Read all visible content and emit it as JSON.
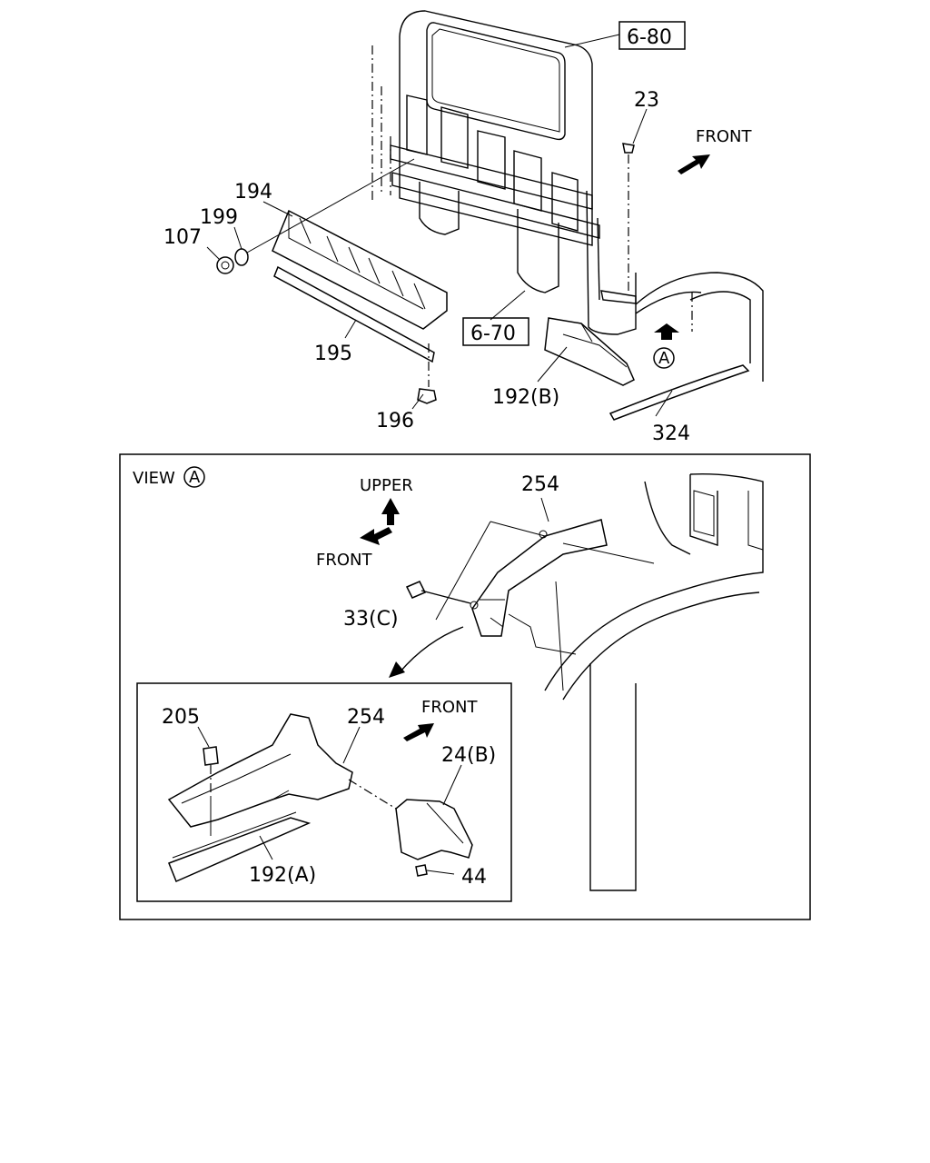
{
  "refs": {
    "r680": "6-80",
    "r670": "6-70"
  },
  "labels": {
    "p23": "23",
    "p194": "194",
    "p199": "199",
    "p107": "107",
    "p195": "195",
    "p196": "196",
    "p192b": "192(B)",
    "p324": "324",
    "circleA": "A",
    "p254a": "254",
    "p33c": "33(C)",
    "p205": "205",
    "p254b": "254",
    "p24b": "24(B)",
    "p192a": "192(A)",
    "p44": "44"
  },
  "directions": {
    "front_top": "FRONT",
    "upper": "UPPER",
    "front_view": "FRONT",
    "front_detail": "FRONT"
  },
  "view": {
    "title": "VIEW",
    "letter": "A"
  }
}
